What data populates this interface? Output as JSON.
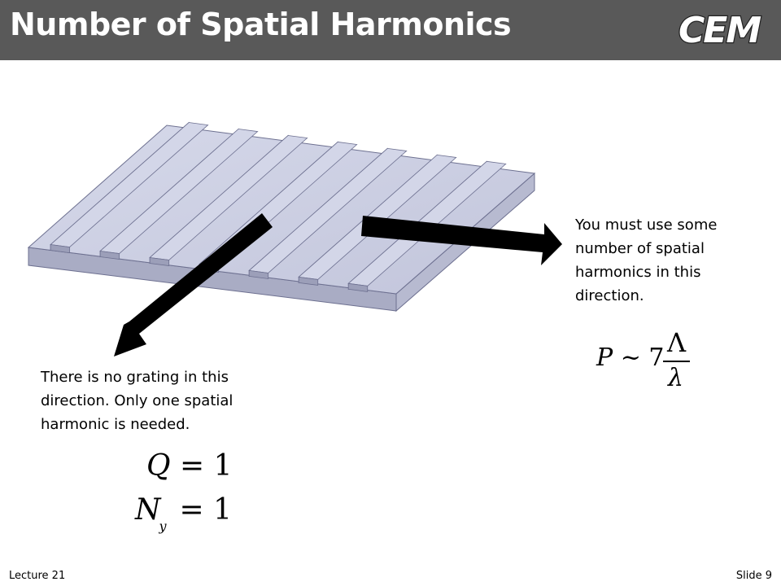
{
  "slide": {
    "title": "Number of Spatial Harmonics",
    "logo_text": "CEM",
    "note_right": "You must use some number of spatial harmonics in this direction.",
    "note_left": "There is no grating in this direction.  Only one spatial harmonic is needed."
  },
  "equations": {
    "p_lhs": "P",
    "p_approx": "~",
    "p_coef": "7",
    "p_num": "Λ",
    "p_den": "λ",
    "q_var": "Q",
    "q_eq": "=",
    "q_val": "1",
    "n_var": "N",
    "n_sub": "y",
    "n_eq": "=",
    "n_val": "1"
  },
  "footer": {
    "lecture": "Lecture 21",
    "slide_number": "Slide 9"
  },
  "colors": {
    "title_bar": "#595959",
    "grating_top": "#c8cbe0",
    "grating_side": "#a4a7c0",
    "arrow": "#000000"
  }
}
